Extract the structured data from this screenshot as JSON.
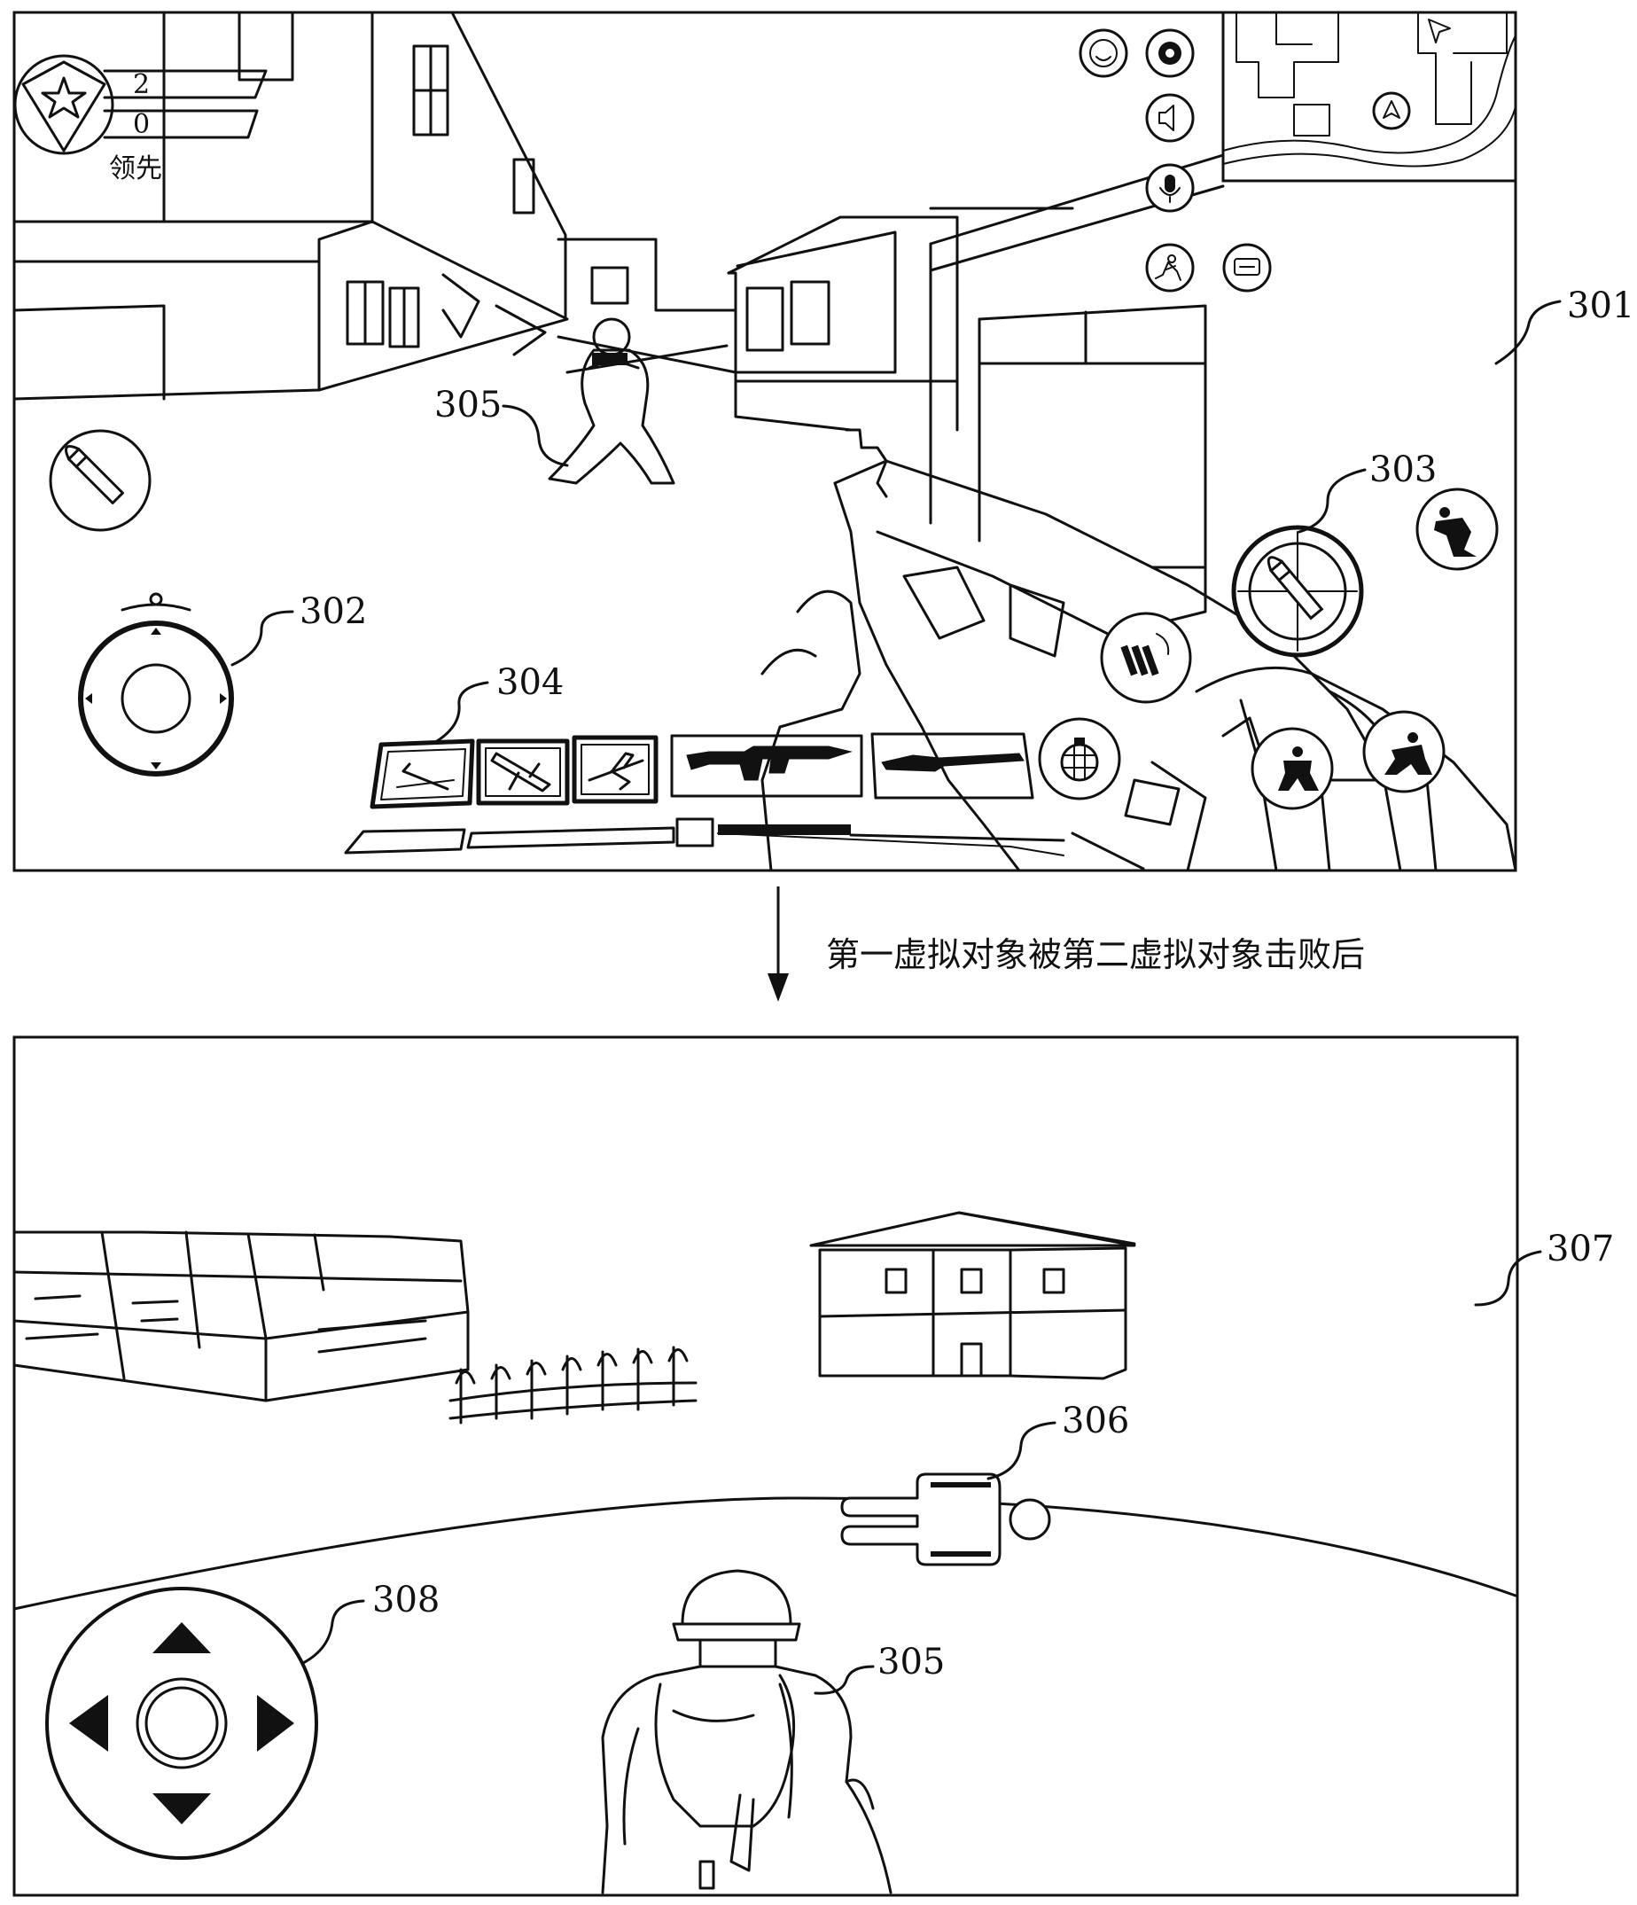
{
  "screen1": {
    "score_top": "2",
    "score_bottom": "0",
    "status_text": "领先",
    "skill_slots": [
      "knife",
      "rocket-launcher",
      "plane"
    ],
    "weapons": [
      "rifle",
      "shotgun"
    ]
  },
  "transition_caption": "第一虚拟对象被第二虚拟对象击败后",
  "screen2": {},
  "callouts": {
    "screen1": "301",
    "move_joystick": "302",
    "fire_button": "303",
    "weapon_bar": "304",
    "enemy_top": "305",
    "death_marker": "306",
    "screen2": "307",
    "dpad": "308",
    "soldier_bottom": "305"
  },
  "icons": [
    "rank-star-icon",
    "emoji-icon",
    "settings-gear-icon",
    "speaker-icon",
    "microphone-icon",
    "run-icon",
    "chat-icon",
    "ammo-bullet-icon",
    "fire-bullet-icon",
    "reload-icon",
    "grenade-icon",
    "crouch-icon",
    "prone-icon",
    "jump-icon",
    "minimap-arrow-icon",
    "minimap-player-icon"
  ]
}
